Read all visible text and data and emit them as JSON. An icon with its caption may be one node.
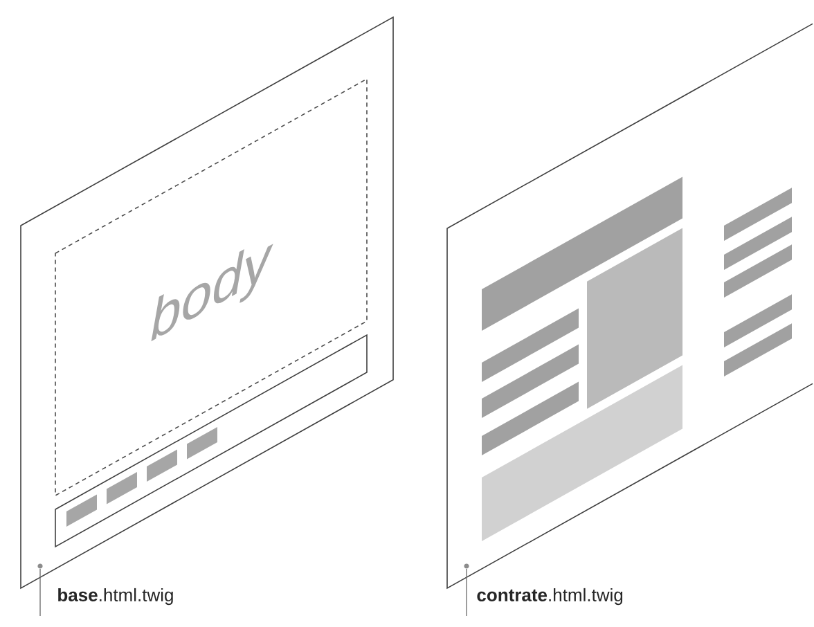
{
  "diagram": {
    "nodes": [
      {
        "text": [],
        "shape": "box"
      },
      {
        "text": [
          "body"
        ],
        "in": 0
      },
      {
        "text": [
          "**base**.html.twig"
        ]
      },
      {
        "text": [],
        "shape": "box"
      },
      {
        "text": [
          "**contrate**.html.twig"
        ]
      },
      {
        "text": [],
        "shape": "circle",
        "in": 0
      },
      {
        "text": [],
        "shape": "circle",
        "in": 3
      }
    ],
    "edges": [
      {
        "from": 2,
        "to": 5,
        "arrow": "none"
      },
      {
        "from": 4,
        "to": 6,
        "arrow": "none"
      }
    ]
  }
}
